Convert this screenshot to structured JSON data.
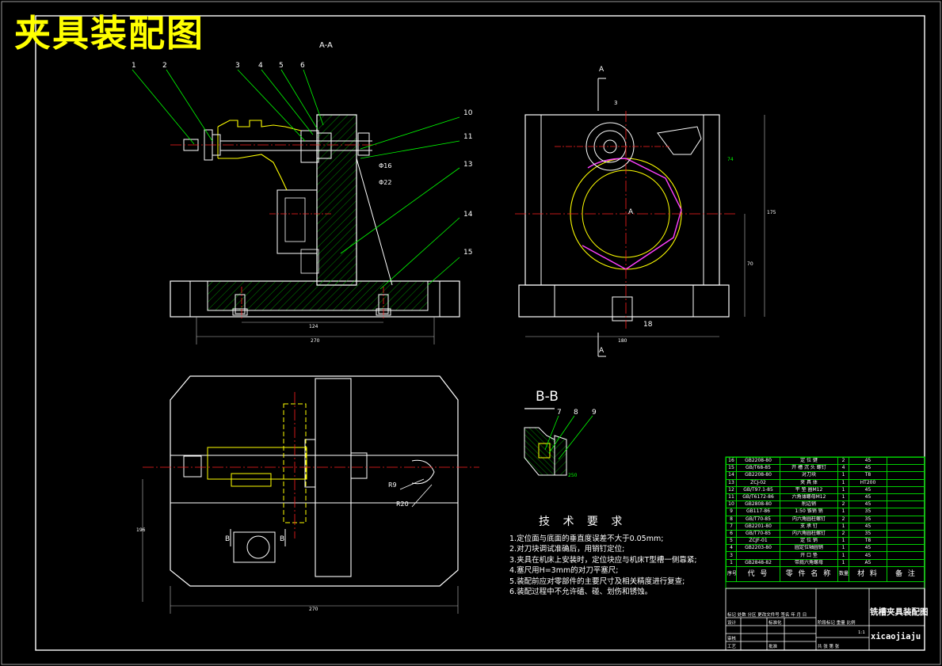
{
  "title_banner": "夹具装配图",
  "section_labels": {
    "aa_top": "A-A",
    "bb": "B-B",
    "a_arrow_top": "A",
    "a_arrow_bottom": "A",
    "a_center": "A",
    "b_left": "B",
    "b_right": "B"
  },
  "part_numbers": [
    "1",
    "2",
    "3",
    "4",
    "5",
    "6",
    "10",
    "11",
    "13",
    "14",
    "15"
  ],
  "part_numbers_bb": [
    "7",
    "8",
    "9"
  ],
  "dimensions": {
    "fit_h7_k6": "Φ16",
    "fit_h7_n6": "Φ22",
    "r9": "R9",
    "r20": "R20",
    "fit_bottom": "18",
    "d124": "124",
    "d270": "270",
    "d3": "3",
    "d270b": "270",
    "d180": "180",
    "d175": "175",
    "d70": "70",
    "d196": "196",
    "d74": "74",
    "d250": "250"
  },
  "tech_requirements": {
    "heading": "技 术 要 求",
    "items": [
      "1.定位面与底面的垂直度误差不大于0.05mm;",
      "2.对刀块调试准确后，用销钉定位;",
      "3.夹具在机床上安装时，定位块应与机床T型槽一侧靠紧;",
      "4.塞尺用H=3mm的对刀平塞尺;",
      "5.装配前应对零部件的主要尺寸及相关精度进行复查;",
      "6.装配过程中不允许磕、碰、划伤和锈蚀。"
    ]
  },
  "bom": {
    "rows": [
      {
        "no": "16",
        "code": "GB2208-80",
        "name": "定 位 键",
        "qty": "2",
        "mat": "45",
        "note": ""
      },
      {
        "no": "15",
        "code": "GB/T68-85",
        "name": "开 槽 沉 头 螺钉",
        "qty": "4",
        "mat": "45",
        "note": ""
      },
      {
        "no": "14",
        "code": "GB2208-80",
        "name": "对刀块",
        "qty": "1",
        "mat": "T8",
        "note": ""
      },
      {
        "no": "13",
        "code": "ZCJ-02",
        "name": "夹 具 体",
        "qty": "1",
        "mat": "HT200",
        "note": ""
      },
      {
        "no": "12",
        "code": "GB/T97.1-85",
        "name": "平 垫 圈M12",
        "qty": "1",
        "mat": "45",
        "note": ""
      },
      {
        "no": "11",
        "code": "GB/T6172-86",
        "name": "六角薄螺母M12",
        "qty": "1",
        "mat": "45",
        "note": ""
      },
      {
        "no": "10",
        "code": "GB2808-80",
        "name": "削边销",
        "qty": "2",
        "mat": "45",
        "note": ""
      },
      {
        "no": "9",
        "code": "GB117-86",
        "name": "1:50 锥销 销",
        "qty": "1",
        "mat": "35",
        "note": ""
      },
      {
        "no": "8",
        "code": "GB/T70-85",
        "name": "内六角圆柱螺钉",
        "qty": "2",
        "mat": "35",
        "note": ""
      },
      {
        "no": "7",
        "code": "GB2201-80",
        "name": "支 承 钉",
        "qty": "1",
        "mat": "45",
        "note": ""
      },
      {
        "no": "6",
        "code": "GB/T70-85",
        "name": "内六角圆柱螺钉",
        "qty": "2",
        "mat": "35",
        "note": ""
      },
      {
        "no": "5",
        "code": "ZCJF-01",
        "name": "定 位 销",
        "qty": "1",
        "mat": "T8",
        "note": ""
      },
      {
        "no": "4",
        "code": "GB2203-80",
        "name": "圆定位轴圆销",
        "qty": "1",
        "mat": "45",
        "note": ""
      },
      {
        "no": "3",
        "code": "",
        "name": "开 口 垫",
        "qty": "1",
        "mat": "45",
        "note": ""
      },
      {
        "no": "1",
        "code": "GB2848-82",
        "name": "带肩六角螺母",
        "qty": "1",
        "mat": "A5",
        "note": ""
      }
    ],
    "header": {
      "no": "序号",
      "code": "代  号",
      "name": "零 件 名 称",
      "qty": "数量",
      "mat": "材 料",
      "note": "备 注"
    }
  },
  "title_block": {
    "drawing_name": "铣槽夹具装配图",
    "code": "xicaojiaju",
    "small": {
      "row1": "标记 处数 分区 更改文件号 签名 年 月 日",
      "design": "设计",
      "standard": "标准化",
      "review": "审核",
      "craft": "工艺",
      "approve": "批准",
      "stage": "阶段标记  重量  比例",
      "scale": "1:1",
      "sheet": "共  张  第  张"
    }
  },
  "colors": {
    "outline": "#ffffff",
    "centerline": "#ff2020",
    "leader": "#00ff00",
    "hatch": "#00c000",
    "yellow": "#ffff00",
    "gray": "#c0c0c0",
    "cyan": "#00e0e0",
    "magenta": "#ff40ff"
  }
}
